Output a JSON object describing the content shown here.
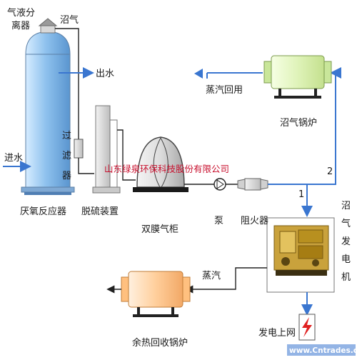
{
  "labels": {
    "separator_line1": "气液分",
    "separator_line2": "离器",
    "biogas_top": "沼气",
    "water_out": "出水",
    "water_in": "进水",
    "filter_v": [
      "过",
      "滤",
      "器"
    ],
    "reactor": "厌氧反应器",
    "desulfurizer": "脱硫装置",
    "gas_holder": "双膜气柜",
    "pump": "泵",
    "flame_arrester": "阻火器",
    "steam_reuse": "蒸汽回用",
    "biogas_boiler": "沼气锅炉",
    "generator_v": [
      "沼",
      "气",
      "发",
      "电",
      "机"
    ],
    "steam": "蒸汽",
    "waste_heat_boiler": "余热回收锅炉",
    "grid": "发电上网",
    "branch_1": "1",
    "branch_2": "2"
  },
  "watermark": "山东绿泉环保科技股份有限公司",
  "site": "www.Cntrades.com",
  "colors": {
    "flow_line": "#3a76d0",
    "pipe_gray": "#9aa0a6",
    "vessel_blue": "#9ec9ef",
    "boiler_green": "#e6f7c8",
    "boiler_orange": "#ffd3a6",
    "watermark_red": "#c8102e",
    "lightning_red": "#e02020"
  }
}
